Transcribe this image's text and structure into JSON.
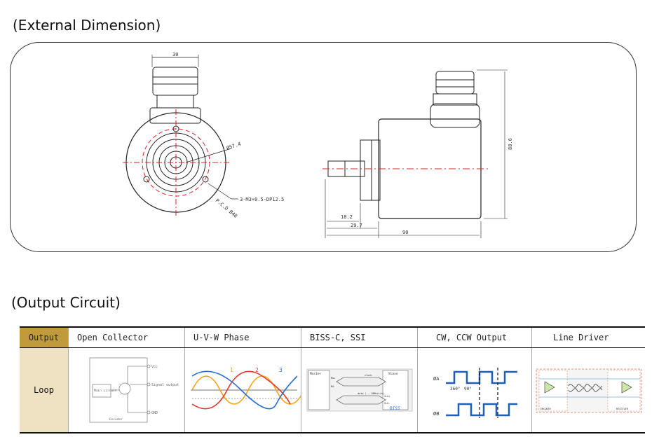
{
  "headings": {
    "external": "(External Dimension)",
    "output": "(Output Circuit)"
  },
  "drawing": {
    "dim_30": "30",
    "dim_d57": "Ø57.4",
    "dim_holes": "3-M3×0.5-DP12.5",
    "dim_pcd": "P.C.D Ø48",
    "dim_18": "18.2",
    "dim_29": "29.7",
    "dim_90": "90",
    "dim_88": "88.6"
  },
  "table": {
    "header_output": "Output",
    "row_label": "Loop",
    "columns": [
      "Open Collector",
      "U-V-W Phase",
      "BISS-C, SSI",
      "CW, CCW Output",
      "Line Driver"
    ]
  },
  "thumbs": {
    "oc_vcc": "Vcc",
    "oc_signal": "Signal\noutput",
    "oc_main": "Main\ncircuit",
    "oc_gnd": "GND",
    "oc_encoder": "Encoder",
    "uvw_1": "1",
    "uvw_2": "2",
    "uvw_3": "3",
    "biss_master": "Master",
    "biss_slave": "Slave",
    "biss_ma_p": "MA+",
    "biss_ma_m": "MA-",
    "biss_clock": "clock",
    "biss_data": "data (...10Mbit/s)",
    "biss_slo_p": "SLO+",
    "biss_slo_m": "SLO-",
    "biss_logo": "BISS",
    "cw_a": "ØA",
    "cw_b": "ØB",
    "cw_360": "360°",
    "cw_90": "90°",
    "ld_encoder": "ENCODER",
    "ld_receiver": "RECEIVER"
  },
  "colors": {
    "gold": "#c19a3c",
    "cream": "#efe2c2",
    "uvw_1": "#f2a51a",
    "uvw_2": "#e23a2a",
    "uvw_3": "#2a6fcf",
    "dash_red": "#e02020"
  }
}
